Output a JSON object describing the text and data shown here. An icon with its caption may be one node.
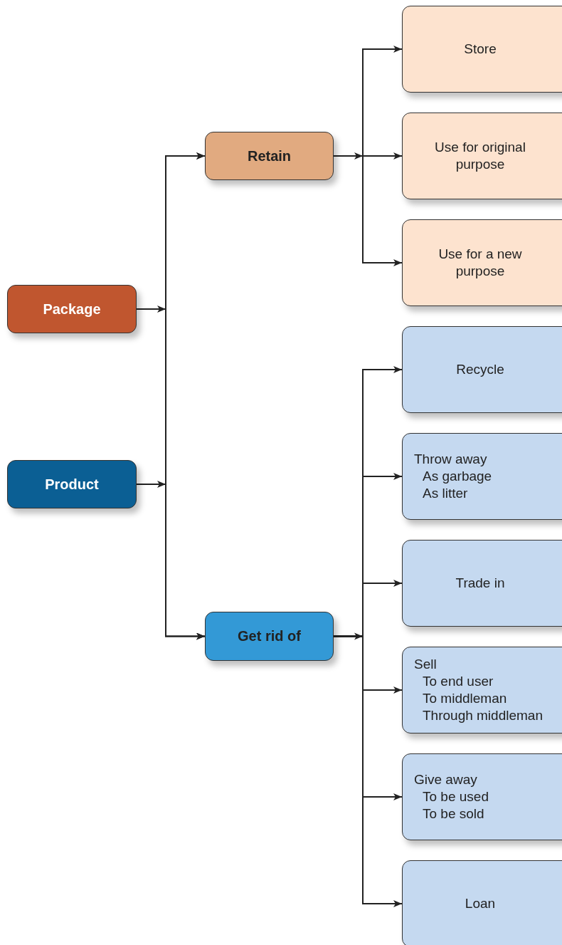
{
  "diagram": {
    "nodes": [
      {
        "text": [
          "Package"
        ]
      },
      {
        "text": [
          "Product"
        ]
      },
      {
        "text": [
          "Retain"
        ]
      },
      {
        "text": [
          "Get rid of"
        ]
      },
      {
        "text": [
          "Store"
        ]
      },
      {
        "text": [
          "Use for original purpose"
        ]
      },
      {
        "text": [
          "Use for a new purpose"
        ]
      },
      {
        "text": [
          "Recycle"
        ]
      },
      {
        "text": [
          "Throw away",
          "As garbage",
          "As litter"
        ]
      },
      {
        "text": [
          "Trade in"
        ]
      },
      {
        "text": [
          "Sell",
          "To end user",
          "To middleman",
          "Through middleman"
        ]
      },
      {
        "text": [
          "Give away",
          "To be used",
          "To be sold"
        ]
      },
      {
        "text": [
          "Loan"
        ]
      }
    ],
    "edges": [
      {
        "from": 0,
        "to": 2,
        "arrow": "to"
      },
      {
        "from": 0,
        "to": 3,
        "arrow": "to"
      },
      {
        "from": 1,
        "to": 2,
        "arrow": "to"
      },
      {
        "from": 1,
        "to": 3,
        "arrow": "to"
      },
      {
        "from": 2,
        "to": 4,
        "arrow": "to"
      },
      {
        "from": 2,
        "to": 5,
        "arrow": "to"
      },
      {
        "from": 2,
        "to": 6,
        "arrow": "to"
      },
      {
        "from": 3,
        "to": 7,
        "arrow": "to"
      },
      {
        "from": 3,
        "to": 8,
        "arrow": "to"
      },
      {
        "from": 3,
        "to": 9,
        "arrow": "to"
      },
      {
        "from": 3,
        "to": 10,
        "arrow": "to"
      },
      {
        "from": 3,
        "to": 11,
        "arrow": "to"
      },
      {
        "from": 3,
        "to": 12,
        "arrow": "to"
      }
    ]
  }
}
